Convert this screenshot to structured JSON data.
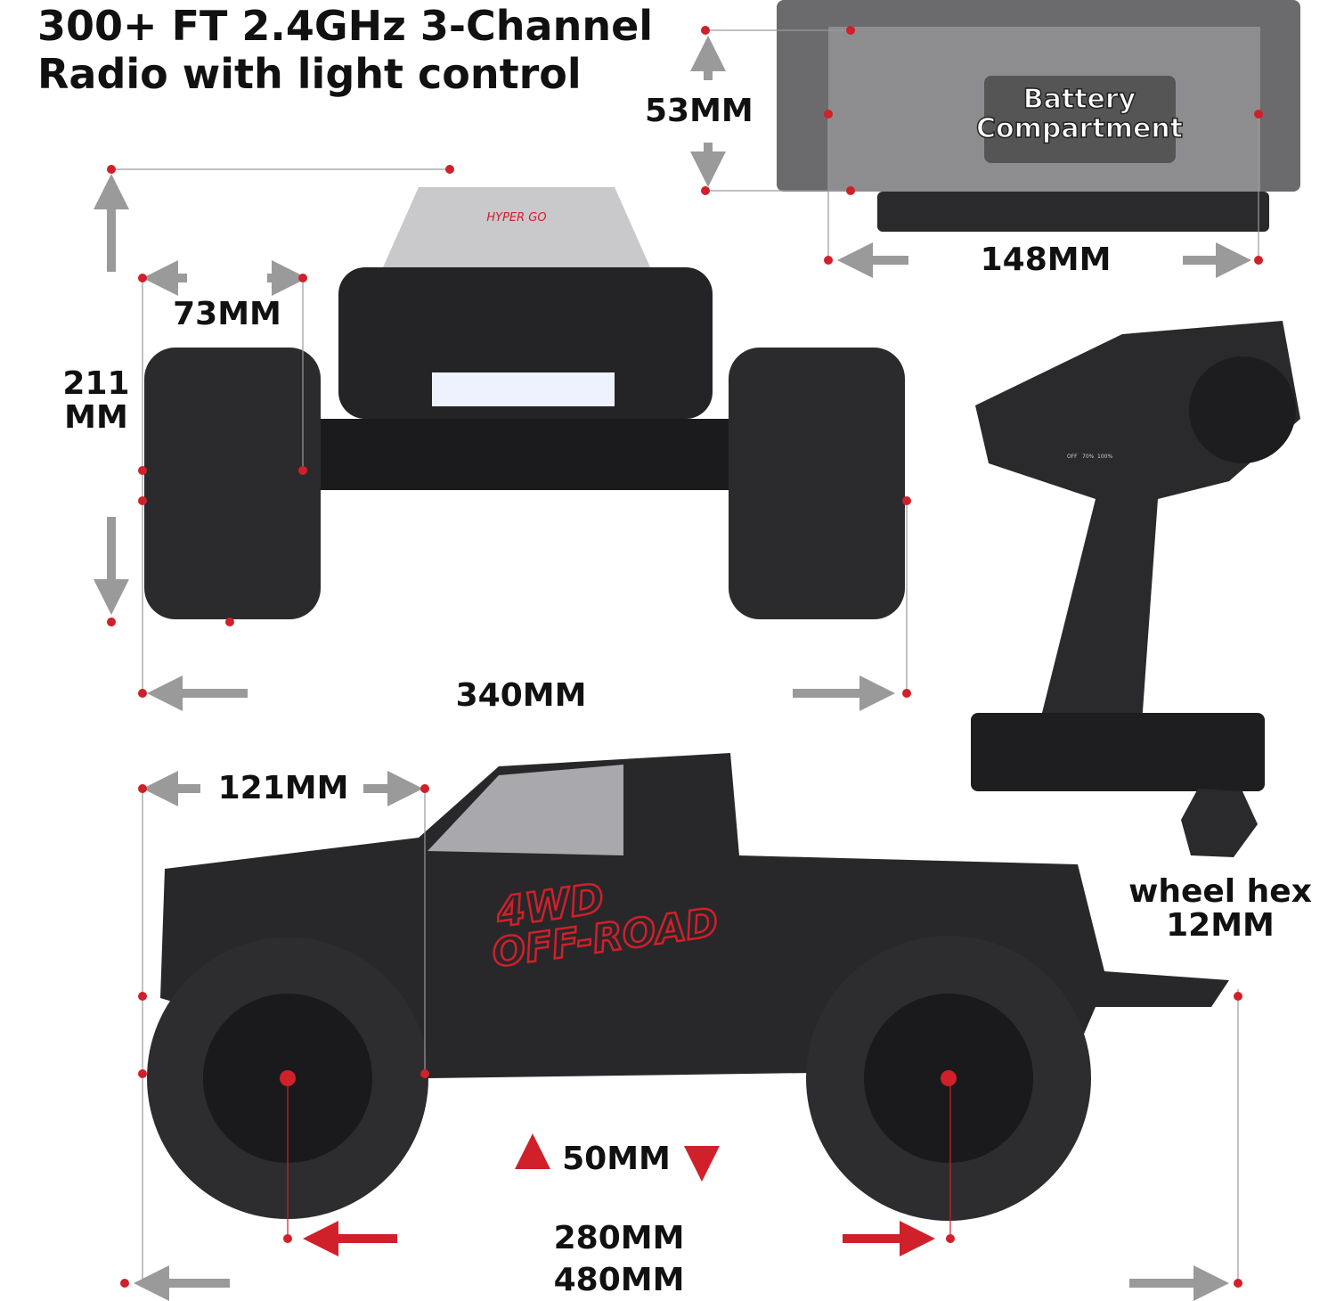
{
  "title": {
    "line1": "300+ FT 2.4GHz 3-Channel",
    "line2": "Radio with light control"
  },
  "battery": {
    "label_line1": "Battery",
    "label_line2": "Compartment",
    "height": "53MM",
    "width": "148MM"
  },
  "front_view": {
    "wheel_width": "73MM",
    "height_line1": "211",
    "height_line2": "MM",
    "width": "340MM",
    "brand_marking": "HYPER GO"
  },
  "side_view": {
    "hood_length": "121MM",
    "ground_clearance": "50MM",
    "wheelbase": "280MM",
    "length": "480MM",
    "marking_line1": "4WD",
    "marking_line2": "OFF-ROAD"
  },
  "transmitter": {
    "switch_labels": [
      "OFF",
      "70%",
      "100%"
    ]
  },
  "wheel_hex": {
    "line1": "wheel hex",
    "line2": "12MM"
  },
  "colors": {
    "accent": "#d0202a",
    "arrow_gray": "#9a9a9a",
    "body_dark": "#1e1e20",
    "text": "#111111"
  }
}
